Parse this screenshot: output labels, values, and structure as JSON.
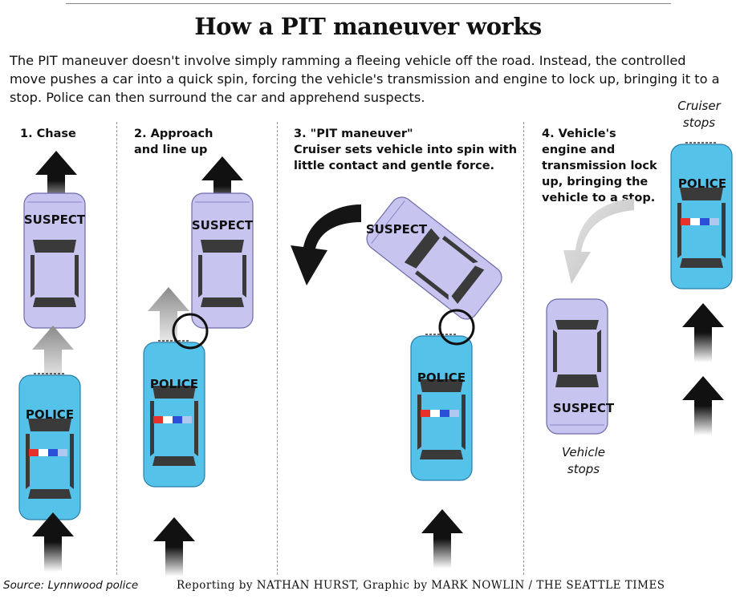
{
  "title": "How a PIT maneuver works",
  "intro": "The PIT maneuver doesn't involve simply ramming a fleeing vehicle off the road. Instead, the controlled move pushes a car into a quick spin, forcing the vehicle's transmission and engine to lock up, bringing it to a stop. Police can then surround the car and apprehend suspects.",
  "steps": [
    {
      "heading": "1. Chase"
    },
    {
      "heading": "2. Approach and line up"
    },
    {
      "heading": "3. \"PIT maneuver\"",
      "description": "Cruiser sets vehicle into spin with little contact and gentle force."
    },
    {
      "heading": "4. Vehicle's engine and transmission lock up, bringing the vehicle to a stop."
    }
  ],
  "cars": {
    "suspect_label": "SUSPECT",
    "police_label": "POLICE"
  },
  "annotations": {
    "cruiser_stops": "Cruiser stops",
    "vehicle_stops": "Vehicle stops"
  },
  "credits": {
    "source": "Source: Lynnwood police",
    "reporting": "Reporting by NATHAN HURST, Graphic by MARK NOWLIN / THE SEATTLE TIMES"
  },
  "colors": {
    "suspect_car": "#c8c4f0",
    "police_car": "#55c2ea",
    "window": "#3a3a3a",
    "arrow_gray": "#888888",
    "arrow_black": "#1a1a1a"
  }
}
